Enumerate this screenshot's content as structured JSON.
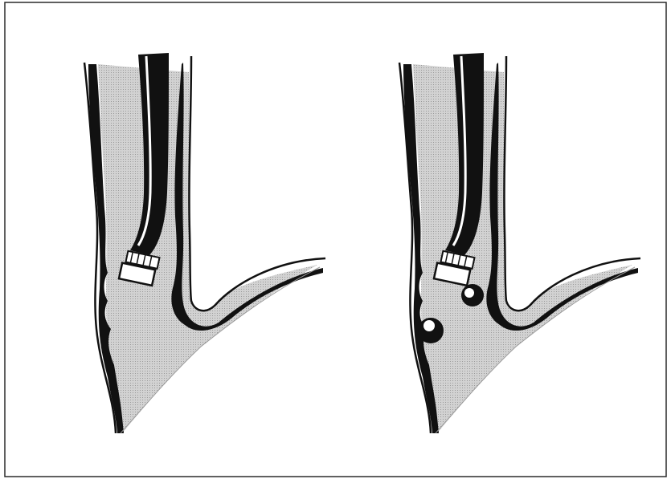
{
  "figure": {
    "panels": [
      {
        "id": "left",
        "label": "",
        "marks": []
      },
      {
        "id": "right",
        "label": "",
        "marks": [
          "particle",
          "particle"
        ]
      }
    ],
    "colors": {
      "ink": "#111111",
      "lumen": "#cfcfcf",
      "border": "#2a2a2a",
      "paper": "#ffffff"
    }
  }
}
